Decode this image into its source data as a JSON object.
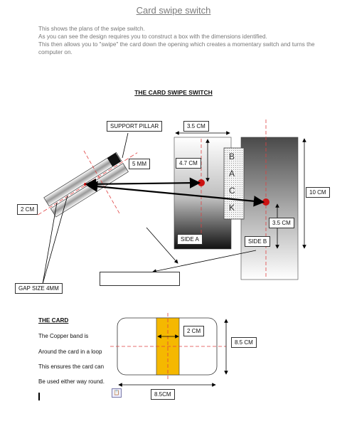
{
  "title": "Card swipe switch",
  "intro": [
    "This shows the plans of the swipe switch.",
    "As you can see the design requires you to construct a box with the dimensions identified.",
    "This then allows you to \"swipe\" the card down the opening which creates a momentary switch and turns the",
    "computer on."
  ],
  "diagram": {
    "title": "THE CARD SWIPE SWITCH",
    "labels": {
      "support_pillar": "SUPPORT PILLAR",
      "five_mm": "5 MM",
      "two_cm": "2 CM",
      "gap_size": "GAP SIZE 4MM",
      "width_3_5": "3.5 CM",
      "height_4_7": "4.7 CM",
      "side_a": "SIDE A",
      "side_b": "SIDE B",
      "height_3_5": "3.5 CM",
      "height_10": "10 CM"
    },
    "back_letters": [
      "B",
      "A",
      "C",
      "K"
    ],
    "colors": {
      "contact_dot": "#cc1111",
      "centerline": "#e04040",
      "copper_band": "#f5b800"
    }
  },
  "card": {
    "heading": "THE CARD",
    "lines": [
      "The Copper band is",
      "Around the card in a loop",
      "This ensures the card can",
      "Be used either way round."
    ],
    "labels": {
      "band_width": "2 CM",
      "card_height": "8.5 CM",
      "card_width": "8.5CM"
    }
  },
  "icons": [
    "text-cursor-icon",
    "paste-options-icon"
  ]
}
